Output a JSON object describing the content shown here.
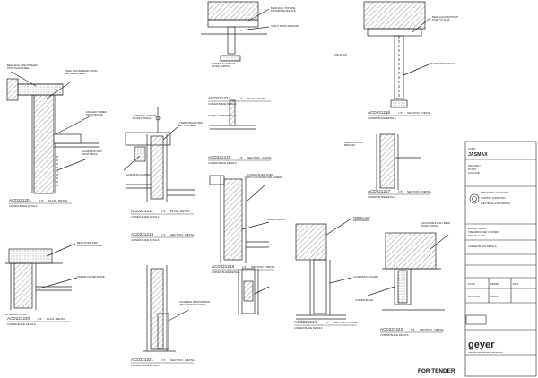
{
  "details": [
    {
      "code": "ACD221201",
      "scale": "1:5",
      "view": "PLAN - DETAIL",
      "note": "CURVED BLADE DETAILS"
    },
    {
      "code": "ACD221211",
      "scale": "1:5",
      "view": "PLAN - DETAIL",
      "note": "CURVED BLADE DETAILS"
    },
    {
      "code": "ACD221213",
      "scale": "1:5",
      "view": "PLAN - DETAIL",
      "note": "CURVED BLADE DETAILS"
    },
    {
      "code": "ACD221215",
      "scale": "1:5",
      "view": "SECTION - DETAIL",
      "note": "CURVED BLADE DETAILS"
    },
    {
      "code": "ACD221216",
      "scale": "1:5",
      "view": "SECTION - DETAIL",
      "note": "CURVED BLADE DETAILS"
    },
    {
      "code": "ACD221217",
      "scale": "1:5",
      "view": "SECTION - DETAIL",
      "note": "CURVED BLADE DETAILS"
    },
    {
      "code": "ACD221218",
      "scale": "1:5",
      "view": "SECTION - DETAIL",
      "note": "CURVED BLADE DETAILS"
    },
    {
      "code": "ACD221219",
      "scale": "1:5",
      "view": "SECTION - DETAIL",
      "note": "CURVED BLADE DETAILS"
    },
    {
      "code": "ACD221220",
      "scale": "1:5",
      "view": "PLAN - DETAIL",
      "note": "CURVED BLADE DETAILS"
    },
    {
      "code": "ACD221221",
      "scale": "1:5",
      "view": "SECTION - DETAIL",
      "note": "CURVED BLADE DETAILS"
    },
    {
      "code": "ACD221214",
      "scale": "1:5",
      "view": "SECTION - DETAIL",
      "note": "CURVED BLADE DETAILS"
    },
    {
      "code": "ACD221222",
      "scale": "1:5",
      "view": "SECTION - DETAIL",
      "note": "CURVED BLADE DETAILS"
    }
  ],
  "title_block": {
    "client": "JASMAX",
    "consultants": [
      "STRUCTURAL ENGINEERS",
      "QUANTITY SURVEYORS",
      "ELECTRICAL & MECHANICAL"
    ],
    "project": "MIDDLE TIMBLAT",
    "project_sub": "PREFABRICATED COOPERS",
    "location": "NEW ZEALAND",
    "sheet_title": "CURVED BLADE DETAILS",
    "firm": "geyer",
    "firm_tagline": "corporate retail and future environments"
  },
  "stamp": "FOR TENDER"
}
